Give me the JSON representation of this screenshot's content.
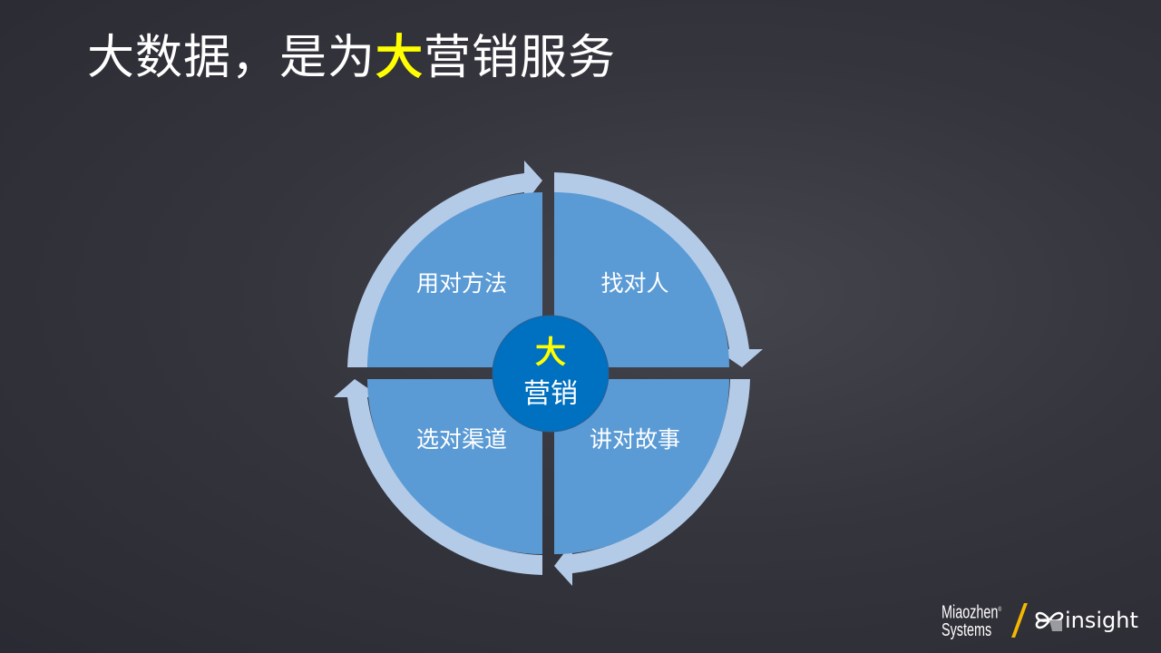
{
  "title": {
    "prefix": "大数据，是为",
    "highlight": "大",
    "suffix": "营销服务"
  },
  "diagram": {
    "center": {
      "line1": "大",
      "line2": "营销"
    },
    "quadrants": [
      {
        "position": "top-left",
        "label": "用对方法"
      },
      {
        "position": "top-right",
        "label": "找对人"
      },
      {
        "position": "bottom-right",
        "label": "讲对故事"
      },
      {
        "position": "bottom-left",
        "label": "选对渠道"
      }
    ],
    "colors": {
      "quadrant_fill": "#5b9bd5",
      "ring_arrow": "#b4cbe8",
      "center_fill": "#0070c0",
      "center_highlight": "#ffff00",
      "title_highlight": "#ffff00"
    }
  },
  "footer": {
    "brand_line1": "Miaozhen",
    "brand_line2": "Systems",
    "registered": "®",
    "partner": "insight",
    "slash_color": "#f5b800"
  }
}
